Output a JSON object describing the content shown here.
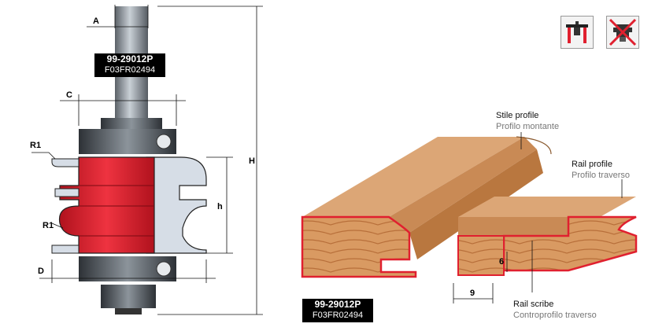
{
  "product": {
    "code": "99-29012P",
    "ref": "F03FR02494"
  },
  "dimensions": {
    "A": "A",
    "C": "C",
    "H": "H",
    "h": "h",
    "D": "D",
    "R1_top": "R1",
    "R1_bottom": "R1",
    "depth": "6",
    "width": "9"
  },
  "callouts": {
    "stile_en": "Stile profile",
    "stile_it": "Profilo montante",
    "rail_en": "Rail profile",
    "rail_it": "Profilo traverso",
    "scribe_en": "Rail scribe",
    "scribe_it": "Controprofilo traverso"
  },
  "icons": [
    {
      "name": "router-table-icon",
      "allowed": true
    },
    {
      "name": "no-handheld-router-icon",
      "allowed": false
    }
  ],
  "colors": {
    "cutter_red": "#e0202f",
    "wood": "#d9a06d",
    "wood_dark": "#c07a45",
    "steel": "#4a4f55",
    "steel_light": "#b8c0c8",
    "insert": "#d6dde6"
  }
}
